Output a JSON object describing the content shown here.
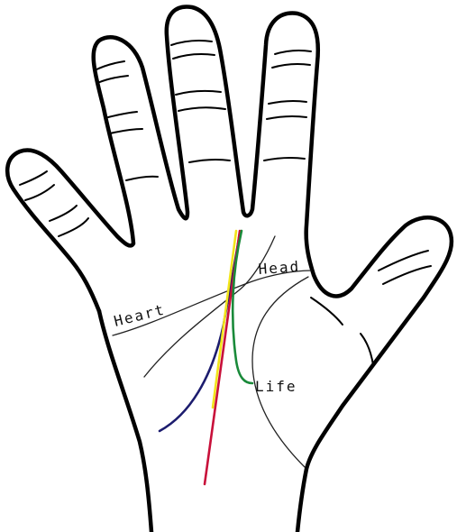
{
  "labels": {
    "heart": "Heart",
    "head": "Head",
    "life": "Life"
  },
  "colors": {
    "yellow_line": "#f2e51a",
    "red_line": "#c8103a",
    "navy_line": "#1c1c6e",
    "green_line": "#1a8a3a",
    "outline": "#000000"
  }
}
